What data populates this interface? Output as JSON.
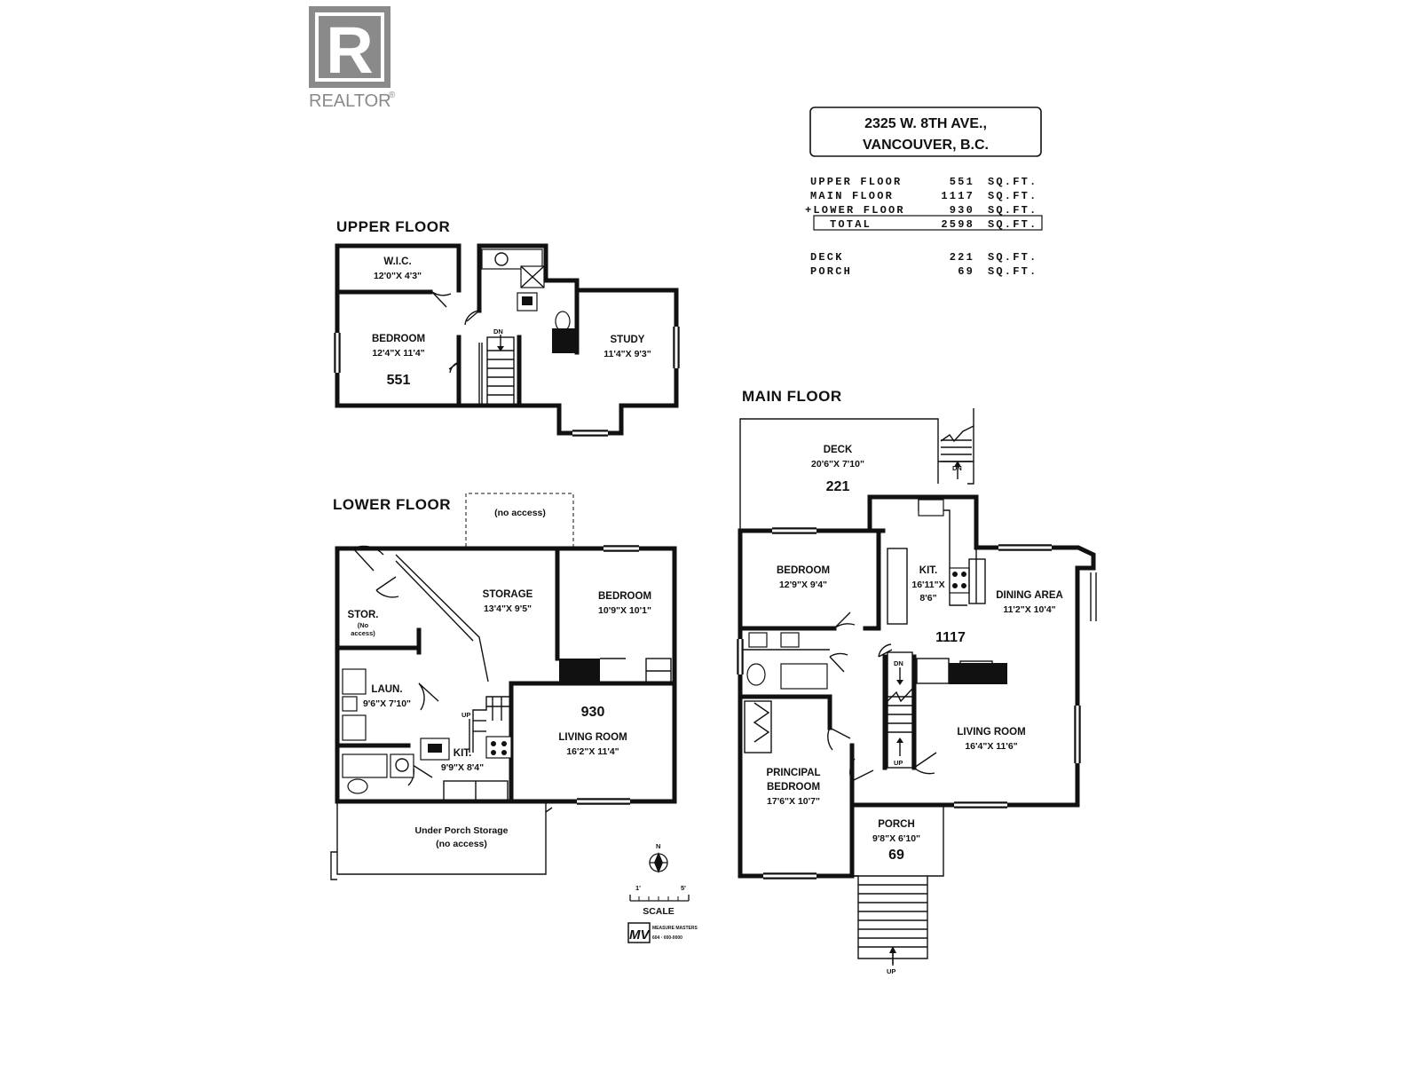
{
  "logo": {
    "mark": "R",
    "label": "REALTOR",
    "registered": "®"
  },
  "address": {
    "line1": "2325 W. 8TH AVE.,",
    "line2": "VANCOUVER, B.C."
  },
  "area_table": [
    {
      "label": "UPPER FLOOR",
      "value": "551",
      "unit": "SQ.FT."
    },
    {
      "label": "MAIN FLOOR",
      "value": "1117",
      "unit": "SQ.FT."
    },
    {
      "label": "+LOWER FLOOR",
      "value": "930",
      "unit": "SQ.FT."
    },
    {
      "label": "TOTAL",
      "value": "2598",
      "unit": "SQ.FT."
    }
  ],
  "outdoor_table": [
    {
      "label": "DECK",
      "value": "221",
      "unit": "SQ.FT."
    },
    {
      "label": "PORCH",
      "value": "69",
      "unit": "SQ.FT."
    }
  ],
  "upper_floor": {
    "title": "UPPER FLOOR",
    "wic": {
      "name": "W.I.C.",
      "dims": "12'0\"X 4'3\""
    },
    "bedroom": {
      "name": "BEDROOM",
      "dims": "12'4\"X 11'4\""
    },
    "study": {
      "name": "STUDY",
      "dims": "11'4\"X 9'3\""
    },
    "dn": "DN",
    "sqft": "551"
  },
  "lower_floor": {
    "title": "LOWER FLOOR",
    "no_access": "(no access)",
    "storage": {
      "name": "STORAGE",
      "dims": "13'4\"X 9'5\""
    },
    "bedroom": {
      "name": "BEDROOM",
      "dims": "10'9\"X 10'1\""
    },
    "stor": {
      "name": "STOR.",
      "note1": "(No",
      "note2": "access)"
    },
    "laundry": {
      "name": "LAUN.",
      "dims": "9'6\"X 7'10\""
    },
    "kitchen": {
      "name": "KIT.",
      "dims": "9'9\"X 8'4\""
    },
    "living": {
      "name": "LIVING ROOM",
      "dims": "16'2\"X 11'4\""
    },
    "up": "UP",
    "sqft": "930",
    "under_porch": {
      "line1": "Under Porch Storage",
      "line2": "(no access)"
    }
  },
  "main_floor": {
    "title": "MAIN FLOOR",
    "deck": {
      "name": "DECK",
      "dims": "20'6\"X 7'10\"",
      "sqft": "221"
    },
    "bedroom": {
      "name": "BEDROOM",
      "dims": "12'9\"X 9'4\""
    },
    "kitchen": {
      "name": "KIT.",
      "dims1": "16'11\"X",
      "dims2": "8'6\""
    },
    "dining": {
      "name": "DINING AREA",
      "dims": "11'2\"X 10'4\""
    },
    "living": {
      "name": "LIVING ROOM",
      "dims": "16'4\"X 11'6\""
    },
    "principal": {
      "name1": "PRINCIPAL",
      "name2": "BEDROOM",
      "dims": "17'6\"X 10'7\""
    },
    "porch": {
      "name": "PORCH",
      "dims": "9'8\"X 6'10\"",
      "sqft": "69"
    },
    "sqft": "1117",
    "dn": "DN",
    "up": "UP"
  },
  "scale": {
    "label": "SCALE",
    "left": "1'",
    "right": "5'",
    "north": "N"
  },
  "drafter": {
    "mark": "MV",
    "line1": "MEASURE MASTERS",
    "line2": "604 · 000-0000"
  },
  "colors": {
    "line": "#111111",
    "logo": "#8a8a8a",
    "background": "#ffffff"
  }
}
